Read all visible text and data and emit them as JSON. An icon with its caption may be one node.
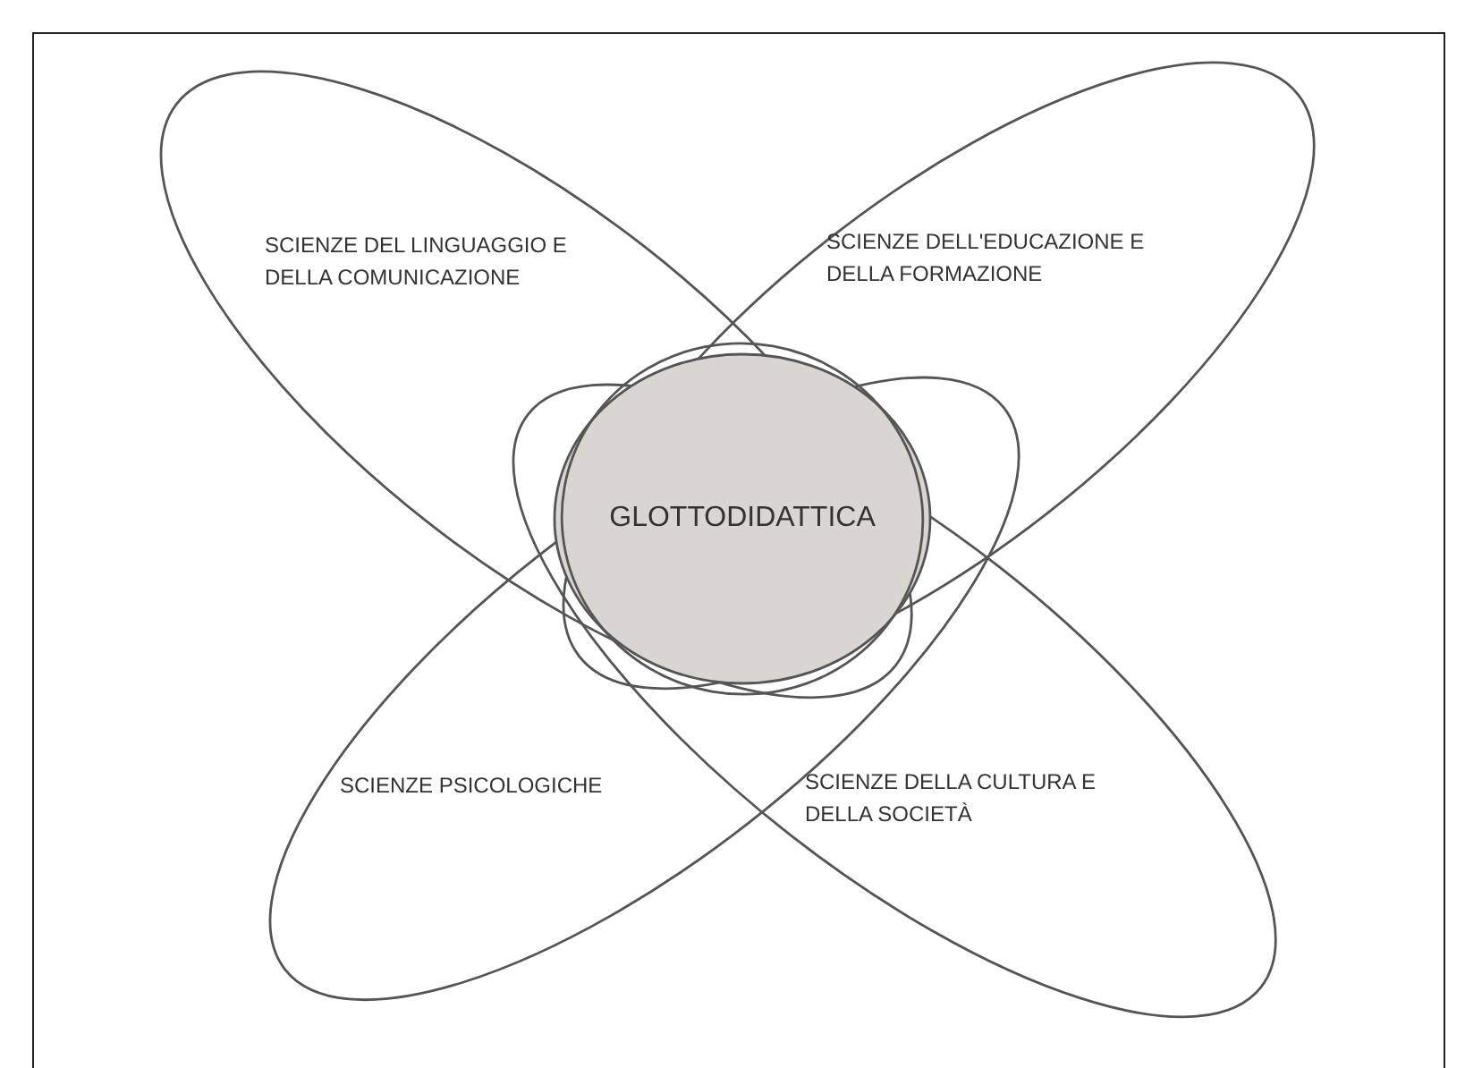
{
  "diagram": {
    "nodes": [
      {
        "text": [
          "SCIENZE DEL LINGUAGGIO E DELLA COMUNICAZIONE"
        ]
      },
      {
        "text": [
          "SCIENZE DELL'EDUCAZIONE E DELLA FORMAZIONE"
        ]
      },
      {
        "text": [
          "SCIENZE PSICOLOGICHE"
        ]
      },
      {
        "text": [
          "SCIENZE DELLA CULTURA E DELLA SOCIETÀ"
        ]
      },
      {
        "text": [
          "GLOTTODIDATTICA"
        ]
      }
    ],
    "edges": []
  }
}
